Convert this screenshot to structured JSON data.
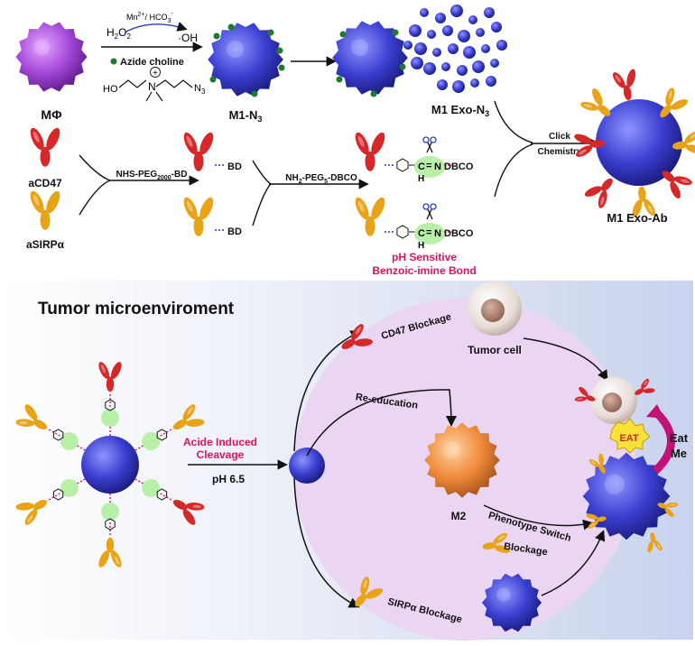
{
  "colors": {
    "macrophage": "#a347d9",
    "m1": "#3a3fd0",
    "m2": "#f08a3a",
    "antibody_cd47": "#d62828",
    "antibody_sirpa": "#e8a317",
    "azide_dot": "#1e7a2e",
    "highlight_pink": "#e0115f",
    "green_zone": "#d8f0d2",
    "purple_zone": "#ead6f2",
    "panel_bg": "#dde3f2"
  },
  "top": {
    "macrophage_label": "MΦ",
    "m1n3_label": "M1-N",
    "m1n3_sub": "3",
    "exo_label": "M1 Exo-N",
    "exo_sub": "3",
    "mn_reagent": "Mn",
    "mn_sup": "2+",
    "hco3_reagent": "/ HCO",
    "hco3_sub": "3",
    "hco3_sup": "-",
    "h2o2": "H",
    "h2o2_sub1": "2",
    "h2o2_o": "O",
    "h2o2_sub2": "2",
    "oh_radical": "·OH",
    "azide_choline": "Azide choline",
    "choline_ho": "HO",
    "choline_n": "N",
    "choline_plus": "+",
    "choline_n3": "N",
    "choline_n3_sub": "3",
    "acd47": "aCD47",
    "asirpa": "aSIRPα",
    "step1": "NHS-PEG",
    "step1_sub": "2000",
    "step1_end": "-BD",
    "bd1": "BD",
    "bd2": "BD",
    "step2": "NH",
    "step2_sub1": "2",
    "step2_mid": "-PEG",
    "step2_sub2": "5",
    "step2_end": "-DBCO",
    "dbco1": "DBCO",
    "dbco2": "DBCO",
    "imine_c": "C",
    "imine_eq": "=",
    "imine_n": "N",
    "imine_h": "H",
    "ph_sensitive_1": "pH Sensitive",
    "ph_sensitive_2": "Benzoic-imine Bond",
    "click_1": "Click",
    "click_2": "Chemistry",
    "product_label": "M1 Exo-Ab"
  },
  "bottom": {
    "title": "Tumor microenviroment",
    "cleavage_1": "Acide Induced",
    "cleavage_2": "Cleavage",
    "ph": "pH 6.5",
    "cd47_blockage": "CD47 Blockage",
    "tumor_cell": "Tumor cell",
    "reeducation": "Re-education",
    "m2": "M2",
    "phenotype_switch": "Phenotype Switch",
    "blockage": "Blockage",
    "sirpa_blockage": "SIRPα Blockage",
    "eat_badge": "EAT",
    "eat_me_1": "Eat",
    "eat_me_2": "Me"
  }
}
